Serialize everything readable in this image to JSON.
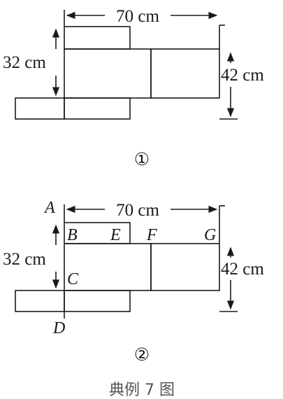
{
  "figure_1": {
    "width_label": "70 cm",
    "left_height_label": "32 cm",
    "right_height_label": "42 cm",
    "caption": "①"
  },
  "figure_2": {
    "width_label": "70 cm",
    "left_height_label": "32 cm",
    "right_height_label": "42 cm",
    "points": {
      "A": "A",
      "B": "B",
      "C": "C",
      "D": "D",
      "E": "E",
      "F": "F",
      "G": "G"
    },
    "caption": "②"
  },
  "title": "典例 7 图"
}
